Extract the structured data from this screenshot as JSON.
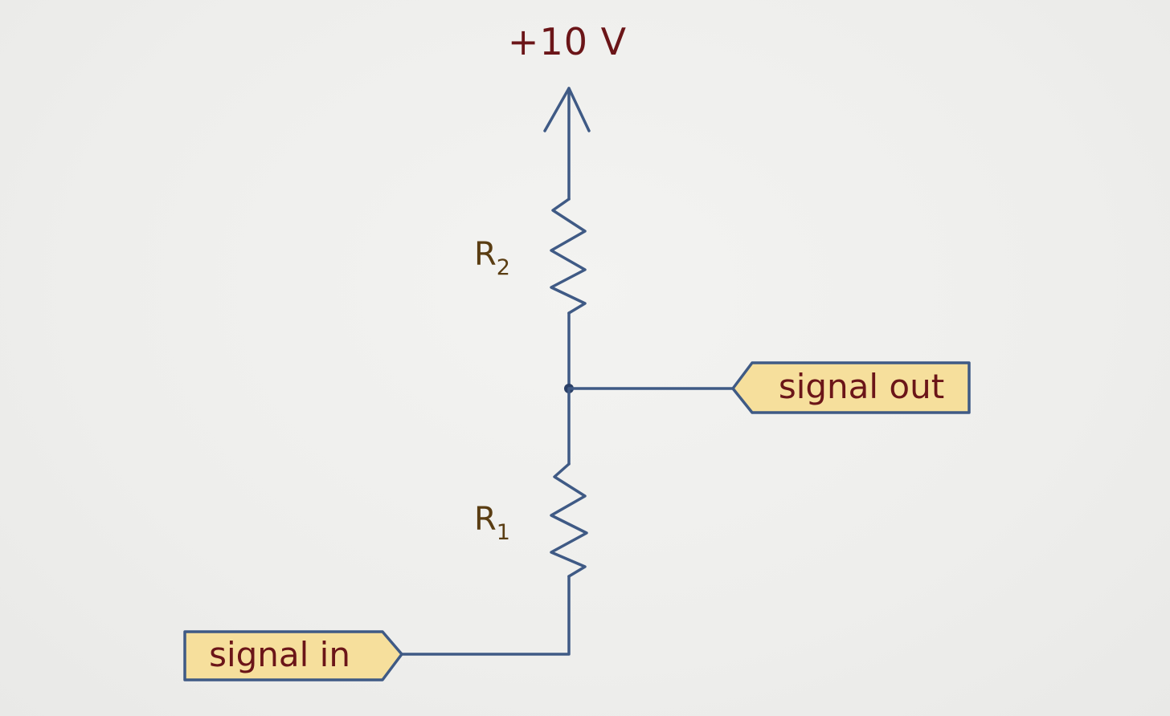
{
  "supply": {
    "label": "+10 V"
  },
  "resistors": {
    "r2": {
      "letter": "R",
      "subscript": "2"
    },
    "r1": {
      "letter": "R",
      "subscript": "1"
    }
  },
  "ports": {
    "output": {
      "label": "signal out"
    },
    "input": {
      "label": "signal in"
    }
  },
  "colors": {
    "wire": "#3f5a85",
    "tag_fill": "#f6df9c",
    "supply_text": "#6b1518",
    "resistor_text": "#5a3d12"
  }
}
